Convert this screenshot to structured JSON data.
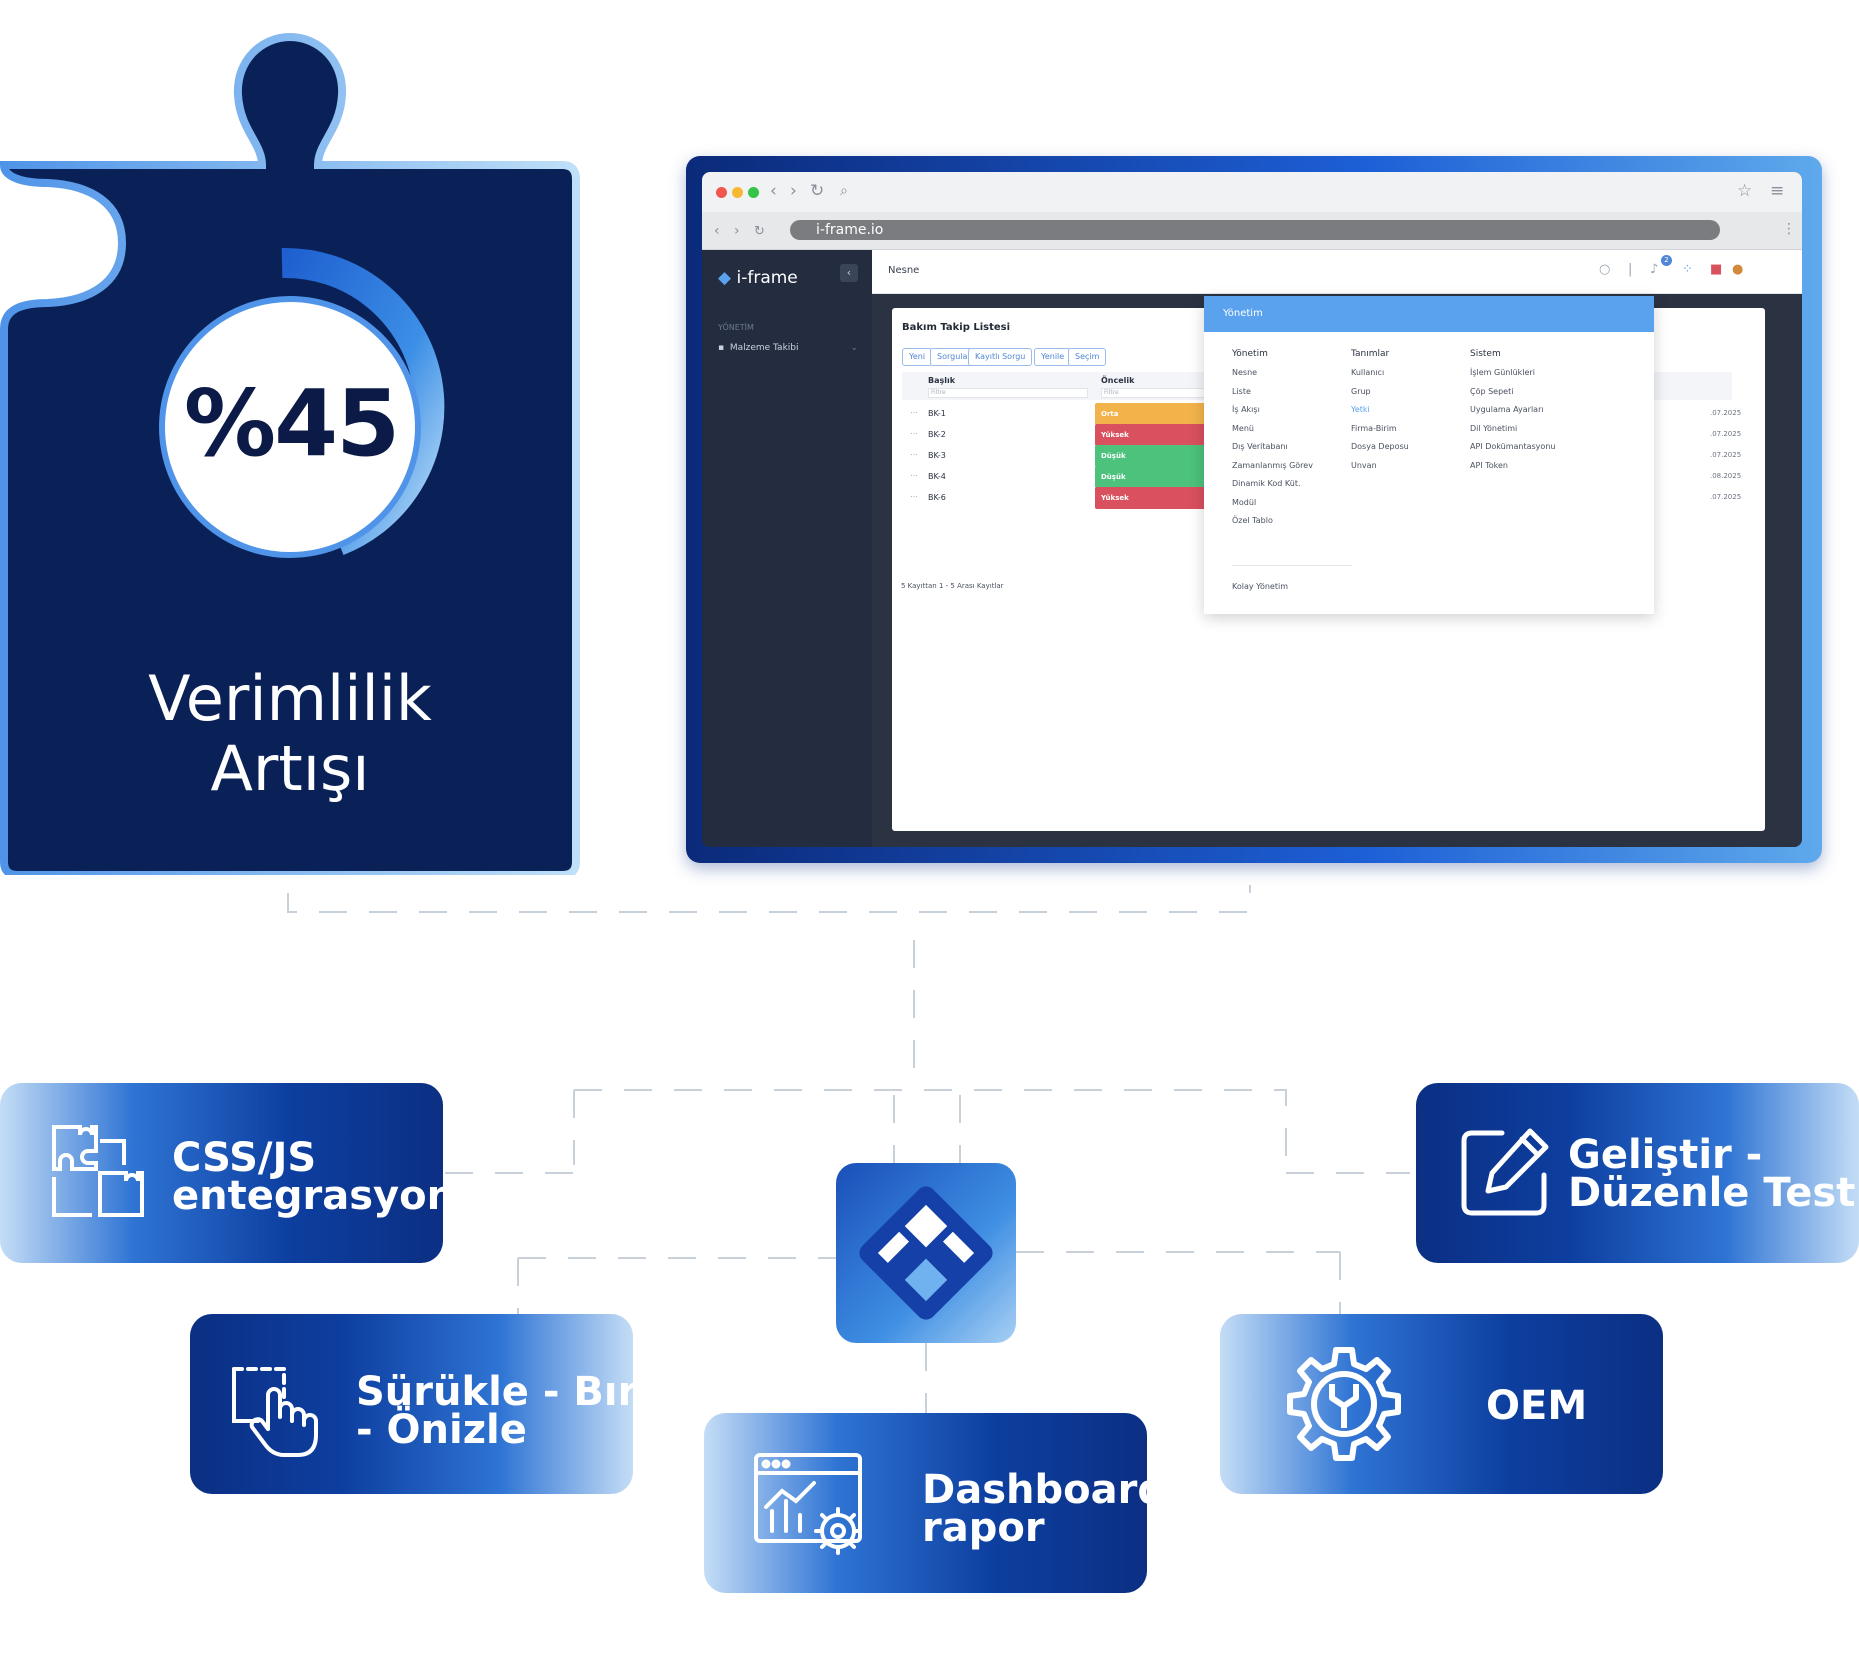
{
  "stat": {
    "percent": "%45",
    "label_line1": "Verimlilik",
    "label_line2": "Artışı"
  },
  "browser": {
    "url": "i-frame.io"
  },
  "app": {
    "logo": "i-frame",
    "sidebar_section": "YÖNETİM",
    "sidebar_item": "Malzeme Takibi",
    "topbar_title": "Nesne",
    "notification_count": "2",
    "panel_title": "Bakım Takip Listesi",
    "toolbar": [
      "Yeni",
      "Sorgula",
      "Kayıtlı Sorgu",
      "Yenile",
      "Seçim"
    ],
    "columns": [
      "Başlık",
      "Öncelik"
    ],
    "filter_placeholder": "Filtre",
    "rows": [
      {
        "code": "BK-1",
        "priority": "Orta",
        "date": ".07.2025"
      },
      {
        "code": "BK-2",
        "priority": "Yüksek",
        "date": ".07.2025"
      },
      {
        "code": "BK-3",
        "priority": "Düşük",
        "date": ".07.2025"
      },
      {
        "code": "BK-4",
        "priority": "Düşük",
        "date": ".08.2025"
      },
      {
        "code": "BK-6",
        "priority": "Yüksek",
        "date": ".07.2025"
      }
    ],
    "pager_text": "5 Kayıttan 1 - 5 Arası Kayıtlar",
    "colors": {
      "orta": "#f2b34b",
      "yuksek": "#d9505e",
      "dusuk": "#4cc27c",
      "accent": "#5ba2ee"
    }
  },
  "menu": {
    "title": "Yönetim",
    "columns": [
      {
        "heading": "Yönetim",
        "items": [
          "Nesne",
          "Liste",
          "İş Akışı",
          "Menü",
          "Dış Veritabanı",
          "Zamanlanmış Görev",
          "Dinamik Kod Küt.",
          "Modül",
          "Özel Tablo"
        ]
      },
      {
        "heading": "Tanımlar",
        "items": [
          "Kullanıcı",
          "Grup",
          "Yetki",
          "Firma-Birim",
          "Dosya Deposu",
          "Unvan"
        ]
      },
      {
        "heading": "Sistem",
        "items": [
          "İşlem Günlükleri",
          "Çöp Sepeti",
          "Uygulama Ayarları",
          "Dil Yönetimi",
          "API Dokümantasyonu",
          "API Token"
        ]
      }
    ],
    "footer": "Kolay Yönetim"
  },
  "features": {
    "css_js": {
      "line1": "CSS/JS",
      "line2": "entegrasyonu",
      "icon": "puzzle-icon"
    },
    "drag_drop": {
      "line1": "Sürükle - Bırak",
      "line2": "- Önizle",
      "icon": "drag-hand-icon"
    },
    "dashboard": {
      "line1": "Dashboard",
      "line2": "rapor",
      "icon": "dashboard-chart-icon"
    },
    "develop": {
      "line1": "Geliştir -",
      "line2": "Düzenle Test Et",
      "icon": "edit-icon"
    },
    "oem": {
      "line1": "OEM",
      "icon": "gear-wrench-icon"
    }
  }
}
